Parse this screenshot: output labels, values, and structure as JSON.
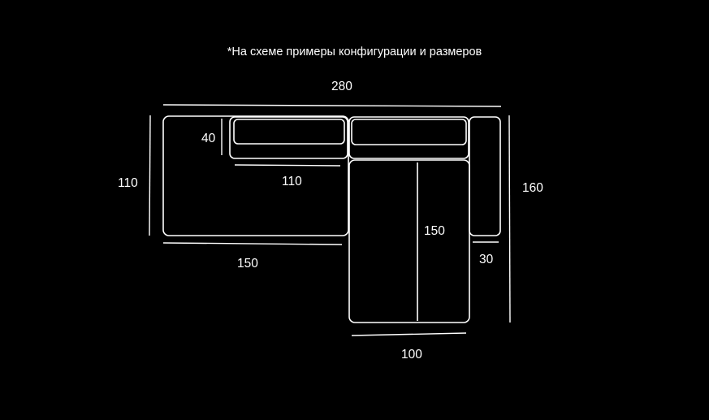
{
  "note": "*На схеме примеры конфигурации и размеров",
  "dimensions": {
    "overall_width": "280",
    "left_depth": "110",
    "right_depth": "160",
    "back_cushion_height": "40",
    "back_cushion_width": "110",
    "left_seat_length": "150",
    "chaise_length": "150",
    "armrest_width": "30",
    "chaise_width": "100"
  },
  "colors": {
    "background": "#000000",
    "lines": "#ffffff"
  }
}
